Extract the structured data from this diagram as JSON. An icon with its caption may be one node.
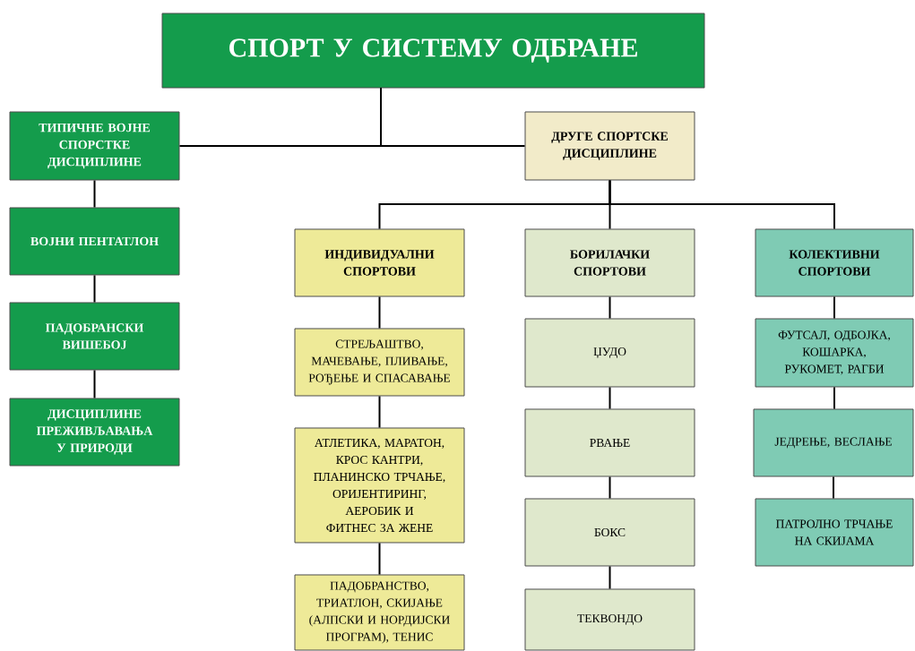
{
  "diagram": {
    "nodes": [
      {
        "text": [
          "СПОРТ У СИСТЕМУ ОДБРАНЕ"
        ]
      },
      {
        "text": [
          "ТИПИЧНЕ ВОЈНЕ СПОРСТКЕ ДИСЦИПЛИНЕ"
        ]
      },
      {
        "text": [
          "ВОЈНИ ПЕНТАТЛОН"
        ]
      },
      {
        "text": [
          "ПАДОБРАНСКИ ВИШЕБОЈ"
        ]
      },
      {
        "text": [
          "ДИСЦИПЛИНЕ ПРЕЖИВЉАВАЊА У ПРИРОДИ"
        ]
      },
      {
        "text": [
          "ДРУГЕ СПОРТСКЕ ДИСЦИПЛИНЕ"
        ]
      },
      {
        "text": [
          "ИНДИВИДУАЛНИ СПОРТОВИ"
        ]
      },
      {
        "text": [
          "БОРИЛАЧКИ СПОРТОВИ"
        ]
      },
      {
        "text": [
          "КОЛЕКТИВНИ СПОРТОВИ"
        ]
      },
      {
        "text": [
          "СТРЕЉАШТВО, МАЧЕВАЊЕ, ПЛИВАЊЕ, РОЂЕЊЕ И СПАСАВАЊЕ"
        ]
      },
      {
        "text": [
          "АТЛЕТИКА, МАРАТОН, КРОС КАНТРИ, ПЛАНИНСКО ТРЧАЊЕ, ОРИЈЕНТИРИНГ, АЕРОБИК И ФИТНЕС ЗА ЖЕНЕ"
        ]
      },
      {
        "text": [
          "ПАДОБРАНСТВО, ТРИАТЛОН, СКИЈАЊЕ (АЛПСКИ И НОРДИЈСКИ ПРОГРАМ), ТЕНИС"
        ]
      },
      {
        "text": [
          "ЏУДО"
        ]
      },
      {
        "text": [
          "РВАЊЕ"
        ]
      },
      {
        "text": [
          "БОКС"
        ]
      },
      {
        "text": [
          "ТЕКВОНДО"
        ]
      },
      {
        "text": [
          "ФУТСАЛ, ОДБОЈКА, КОШАРКА, РУКОМЕТ, РАГБИ"
        ]
      },
      {
        "text": [
          "ЈЕДРЕЊЕ, ВЕСЛАЊЕ"
        ]
      },
      {
        "text": [
          "ПАТРОЛНО ТРЧАЊЕ НА СКИЈАМА"
        ]
      }
    ],
    "edges": [
      {
        "from": 0,
        "to": 1,
        "arrow": "none"
      },
      {
        "from": 0,
        "to": 5,
        "arrow": "none"
      },
      {
        "from": 1,
        "to": 2,
        "arrow": "none"
      },
      {
        "from": 2,
        "to": 3,
        "arrow": "none"
      },
      {
        "from": 3,
        "to": 4,
        "arrow": "none"
      },
      {
        "from": 5,
        "to": 6,
        "arrow": "none"
      },
      {
        "from": 5,
        "to": 7,
        "arrow": "none"
      },
      {
        "from": 5,
        "to": 8,
        "arrow": "none"
      },
      {
        "from": 6,
        "to": 9,
        "arrow": "none"
      },
      {
        "from": 9,
        "to": 10,
        "arrow": "none"
      },
      {
        "from": 10,
        "to": 11,
        "arrow": "none"
      },
      {
        "from": 7,
        "to": 12,
        "arrow": "none"
      },
      {
        "from": 12,
        "to": 13,
        "arrow": "none"
      },
      {
        "from": 13,
        "to": 14,
        "arrow": "none"
      },
      {
        "from": 14,
        "to": 15,
        "arrow": "none"
      },
      {
        "from": 8,
        "to": 16,
        "arrow": "none"
      },
      {
        "from": 16,
        "to": 17,
        "arrow": "none"
      },
      {
        "from": 17,
        "to": 18,
        "arrow": "none"
      }
    ]
  }
}
